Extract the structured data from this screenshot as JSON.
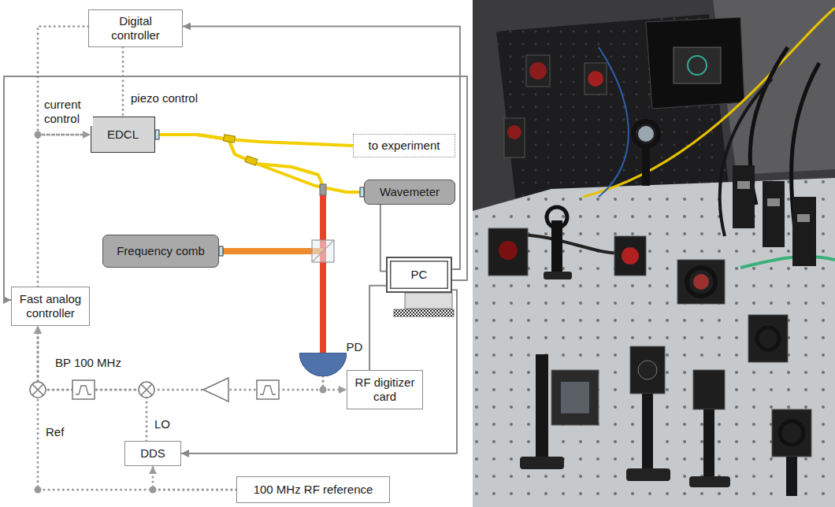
{
  "diagram": {
    "nodes": [
      {
        "text": [
          "Digital controller"
        ]
      },
      {
        "text": [
          "EDCL"
        ]
      },
      {
        "text": [
          "to experiment"
        ]
      },
      {
        "text": [
          "Wavemeter"
        ]
      },
      {
        "text": [
          "Frequency comb"
        ]
      },
      {
        "text": [
          "PC"
        ]
      },
      {
        "text": [
          "Fast analog controller"
        ]
      },
      {
        "text": [
          "PD"
        ]
      },
      {
        "text": [
          "RF digitizer card"
        ]
      },
      {
        "text": [
          "DDS"
        ]
      },
      {
        "text": [
          "100 MHz RF reference"
        ]
      }
    ],
    "edges": [
      {
        "from": 0,
        "to": 1,
        "label": "piezo control",
        "arrow": "none"
      },
      {
        "from": 0,
        "to": 1,
        "arrow": "none"
      },
      {
        "from": 6,
        "to": 1,
        "arrow": "to"
      },
      {
        "from": 1,
        "to": 2,
        "arrow": "none"
      },
      {
        "from": 1,
        "to": 3,
        "arrow": "none"
      },
      {
        "from": 1,
        "to": 7,
        "arrow": "none"
      },
      {
        "from": 4,
        "to": 7,
        "arrow": "none"
      },
      {
        "from": 7,
        "to": 8,
        "arrow": "to"
      },
      {
        "from": 7,
        "to": 6,
        "arrow": "to"
      },
      {
        "from": 9,
        "to": 6,
        "arrow": "to"
      },
      {
        "from": 10,
        "to": 9,
        "arrow": "to"
      },
      {
        "from": 10,
        "to": 6,
        "arrow": "to"
      },
      {
        "from": 5,
        "to": 0,
        "arrow": "to"
      },
      {
        "from": 5,
        "to": 6,
        "arrow": "to"
      },
      {
        "from": 5,
        "to": 9,
        "arrow": "to"
      },
      {
        "from": 3,
        "to": 5,
        "arrow": "none"
      },
      {
        "from": 8,
        "to": 5,
        "arrow": "none"
      }
    ],
    "labels": [
      "current control",
      "BP 100 MHz",
      "LO",
      "Ref"
    ]
  }
}
